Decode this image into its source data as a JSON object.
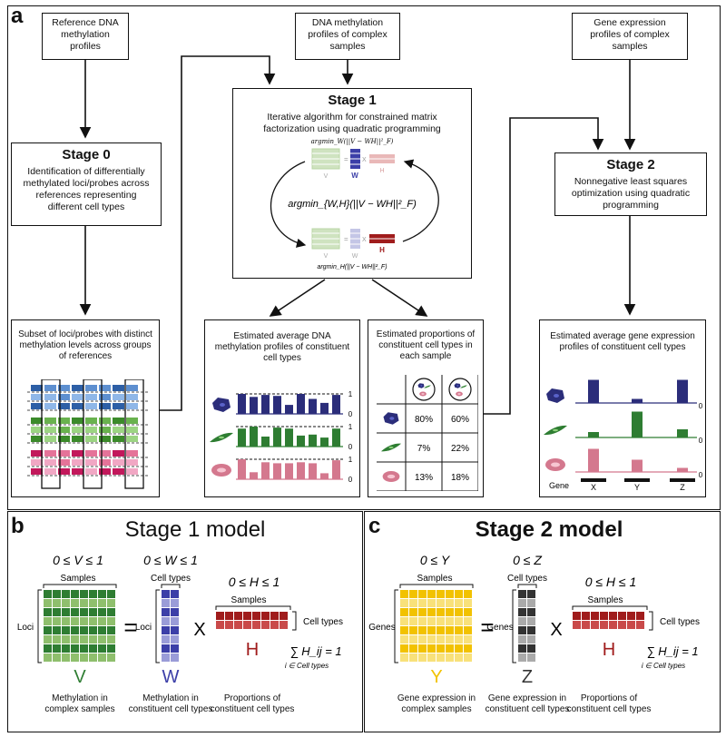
{
  "panel_a": {
    "letter": "a",
    "ref_box": "Reference DNA methylation profiles",
    "dna_box": "DNA methylation profiles of complex samples",
    "gene_box": "Gene expression profiles of complex samples",
    "stage0": {
      "title": "Stage 0",
      "desc": "Identification of differentially methylated loci/probes across references representing different cell types"
    },
    "stage1": {
      "title": "Stage 1",
      "desc": "Iterative algorithm for constrained matrix factorization using quadratic programming",
      "argmin_w": "argmin_W(||V − WH||²_F)",
      "argmin_wh": "argmin_{W,H}(||V − WH||²_F)",
      "argmin_h": "argmin_H(||V − WH||²_F)",
      "v": "V",
      "w": "W",
      "h": "H",
      "x": "X",
      "eq": "="
    },
    "stage2": {
      "title": "Stage 2",
      "desc": "Nonnegative least squares optimization using quadratic programming"
    },
    "subset_box": "Subset of loci/probes with distinct methylation levels across groups of references",
    "avg_dna_box": "Estimated average DNA methylation profiles of constituent cell types",
    "proportions_box": "Estimated proportions of constituent cell types in each sample",
    "proportions_table": [
      [
        "80%",
        "60%"
      ],
      [
        "7%",
        "22%"
      ],
      [
        "13%",
        "18%"
      ]
    ],
    "avg_gene_box": "Estimated average gene expression profiles of constituent cell types",
    "axis_one": "1",
    "axis_zero": "0",
    "gene_label": "Gene",
    "gene_x": "X",
    "gene_y": "Y",
    "gene_z": "Z"
  },
  "panel_b": {
    "letter": "b",
    "title": "Stage 1 model",
    "v_constraint": "0 ≤ V ≤ 1",
    "w_constraint": "0 ≤ W ≤ 1",
    "h_constraint": "0 ≤ H ≤ 1",
    "samples": "Samples",
    "cell_types": "Cell types",
    "loci": "Loci",
    "v": "V",
    "w": "W",
    "h": "H",
    "eq": "=",
    "x": "X",
    "sum": "∑ H_ij = 1",
    "sum_sub": "i ∈ Cell types",
    "v_caption": "Methylation in complex samples",
    "w_caption": "Methylation in constituent cell types",
    "h_caption": "Proportions of constituent cell types"
  },
  "panel_c": {
    "letter": "c",
    "title": "Stage 2 model",
    "y_constraint": "0 ≤ Y",
    "z_constraint": "0 ≤ Z",
    "h_constraint": "0 ≤ H ≤ 1",
    "samples": "Samples",
    "cell_types": "Cell types",
    "genes": "Genes",
    "y": "Y",
    "z": "Z",
    "h": "H",
    "eq": "=",
    "x": "X",
    "sum": "∑ H_ij = 1",
    "sum_sub": "i ∈ Cell types",
    "y_caption": "Gene expression in complex samples",
    "z_caption": "Gene expression in constituent cell types",
    "h_caption": "Proportions of constituent cell types"
  },
  "colors": {
    "navy": "#2b2d7a",
    "green": "#2e7d32",
    "pink": "#d4788e",
    "dark_red": "#a01c1c",
    "yellow": "#f2c200",
    "gray": "#555555",
    "blue_w": "#3c3fa8",
    "lt_green": "#8fbf6d"
  }
}
